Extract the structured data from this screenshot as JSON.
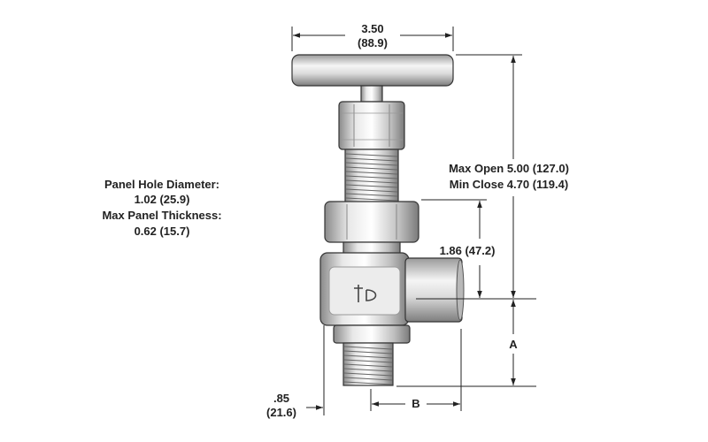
{
  "dimensions": {
    "width_in": "3.50",
    "width_mm": "(88.9)",
    "max_open": "Max Open 5.00 (127.0)",
    "min_close": "Min Close 4.70 (119.4)",
    "height_to_port": "1.86 (47.2)",
    "dim_a": "A",
    "dim_b": "B",
    "bottom_in": ".85",
    "bottom_mm": "(21.6)"
  },
  "panel_info": {
    "hole_label": "Panel Hole Diameter:",
    "hole_value": "1.02 (25.9)",
    "thickness_label": "Max Panel Thickness:",
    "thickness_value": "0.62 (15.7)"
  },
  "colors": {
    "metal_light": "#f2f2f2",
    "metal_mid": "#cfcfcf",
    "metal_dark": "#8a8a8a",
    "line": "#222222"
  }
}
